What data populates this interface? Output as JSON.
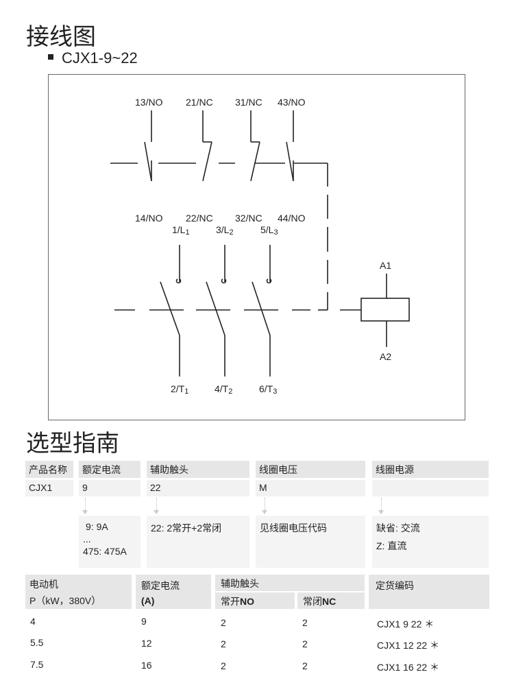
{
  "wiring": {
    "title": "接线图",
    "model": "CJX1-9~22",
    "aux_top_labels": [
      "13/NO",
      "21/NC",
      "31/NC",
      "43/NO"
    ],
    "aux_bottom_labels": [
      "14/NO",
      "22/NC",
      "32/NC",
      "44/NO"
    ],
    "main_top_labels": [
      {
        "base": "1/L",
        "sub": "1"
      },
      {
        "base": "3/L",
        "sub": "2"
      },
      {
        "base": "5/L",
        "sub": "3"
      }
    ],
    "main_bottom_labels": [
      {
        "base": "2/T",
        "sub": "1"
      },
      {
        "base": "4/T",
        "sub": "2"
      },
      {
        "base": "6/T",
        "sub": "3"
      }
    ],
    "coil_labels": [
      "A1",
      "A2"
    ]
  },
  "selection": {
    "title": "选型指南",
    "code_table": {
      "headers": [
        "产品名称",
        "额定电流",
        "辅助触头",
        "线圈电压",
        "线圈电源"
      ],
      "values": [
        "CJX1",
        "9",
        "22",
        "M",
        ""
      ],
      "descriptions": {
        "current": [
          "9: 9A",
          "...",
          "475: 475A"
        ],
        "aux": "22: 2常开+2常闭",
        "voltage": "见线圈电压代码",
        "supply": [
          "缺省: 交流",
          "Z: 直流"
        ]
      }
    },
    "order_table": {
      "motor_header": [
        "电动机",
        "P（kW，380V）"
      ],
      "current_header": [
        "额定电流",
        "(A)"
      ],
      "aux_header": "辅助触头",
      "no_header": {
        "text": "常开",
        "bold": "NO"
      },
      "nc_header": {
        "text": "常闭",
        "bold": "NC"
      },
      "code_header": "定货编码",
      "rows": [
        {
          "p": "4",
          "i": "9",
          "no": "2",
          "nc": "2",
          "code": "CJX1 9 22 ＊"
        },
        {
          "p": "5.5",
          "i": "12",
          "no": "2",
          "nc": "2",
          "code": "CJX1 12 22 ＊"
        },
        {
          "p": "7.5",
          "i": "16",
          "no": "2",
          "nc": "2",
          "code": "CJX1 16 22 ＊"
        }
      ]
    }
  }
}
